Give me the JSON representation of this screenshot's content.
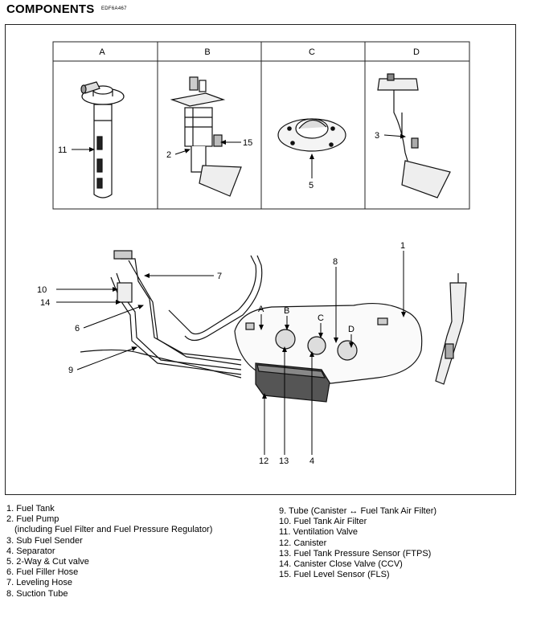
{
  "header": {
    "title": "COMPONENTS",
    "code": "EDF6A467"
  },
  "panels": [
    {
      "letter": "A",
      "callouts": [
        "11"
      ]
    },
    {
      "letter": "B",
      "callouts": [
        "2",
        "15"
      ]
    },
    {
      "letter": "C",
      "callouts": [
        "5"
      ]
    },
    {
      "letter": "D",
      "callouts": [
        "3"
      ]
    }
  ],
  "callouts": {
    "c1": "1",
    "c4": "4",
    "c6": "6",
    "c7": "7",
    "c8": "8",
    "c9": "9",
    "c10": "10",
    "c12": "12",
    "c13": "13",
    "c14": "14",
    "pA": "A",
    "pB": "B",
    "pC": "C",
    "pD": "D"
  },
  "legend_left": [
    "1. Fuel Tank",
    "2. Fuel Pump",
    "(including Fuel Filter and Fuel Pressure Regulator)",
    "3. Sub Fuel Sender",
    "4. Separator",
    "5. 2-Way & Cut valve",
    "6. Fuel Filler Hose",
    "7. Leveling Hose",
    "8. Suction Tube"
  ],
  "legend_right": [
    "9. Tube (Canister ↔ Fuel Tank Air Filter)",
    "10. Fuel Tank Air Filter",
    "11. Ventilation Valve",
    "12. Canister",
    "13. Fuel Tank Pressure Sensor (FTPS)",
    "14. Canister Close Valve (CCV)",
    "15. Fuel Level Sensor (FLS)"
  ]
}
